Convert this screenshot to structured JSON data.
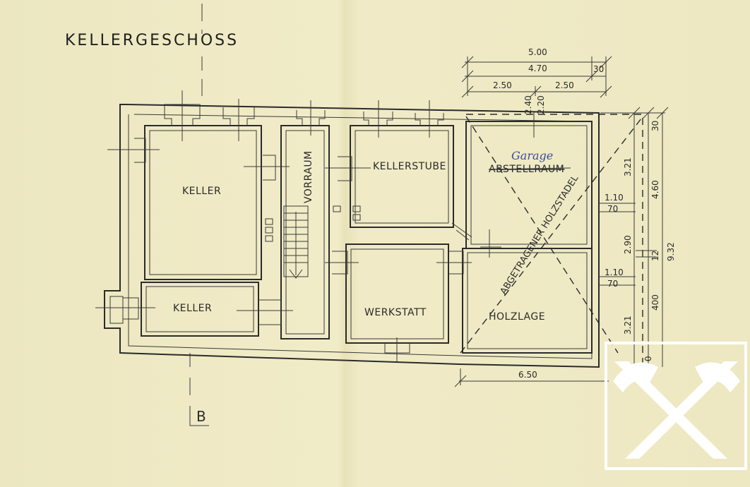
{
  "title": "KELLERGESCHOSS",
  "section_marker": "B",
  "rooms": {
    "keller_large": "KELLER",
    "keller_small": "KELLER",
    "vorraum": "VORRAUM",
    "kellerstube": "KELLERSTUBE",
    "werkstatt": "WERKSTATT",
    "abstellraum": "ABSTELLRAUM",
    "garage_note": "Garage",
    "holzlage": "HOLZLAGE",
    "holzstadel": "ABGETRAGENER HOLZSTADEL"
  },
  "dimensions": {
    "top_total": "5.00",
    "top_inner": "4.70",
    "top_wall": "30",
    "top_left": "2.50",
    "top_right": "2.50",
    "v_240": "2.40",
    "v_220": "2.20",
    "r_321_top": "3.21",
    "r_110_a": "1.10",
    "r_70_a": "70",
    "r_290": "2.90",
    "r_110_b": "1.10",
    "r_70_b": "70",
    "r_321_bottom": "3.21",
    "r_30": "30",
    "r_460": "4.60",
    "r_12": "12",
    "r_400": "400",
    "r_0": "0",
    "r_932": "9.32",
    "bottom_650": "6.50"
  },
  "logo": {
    "name": "raiffeisen-gable-cross",
    "color": "#ffffff"
  }
}
